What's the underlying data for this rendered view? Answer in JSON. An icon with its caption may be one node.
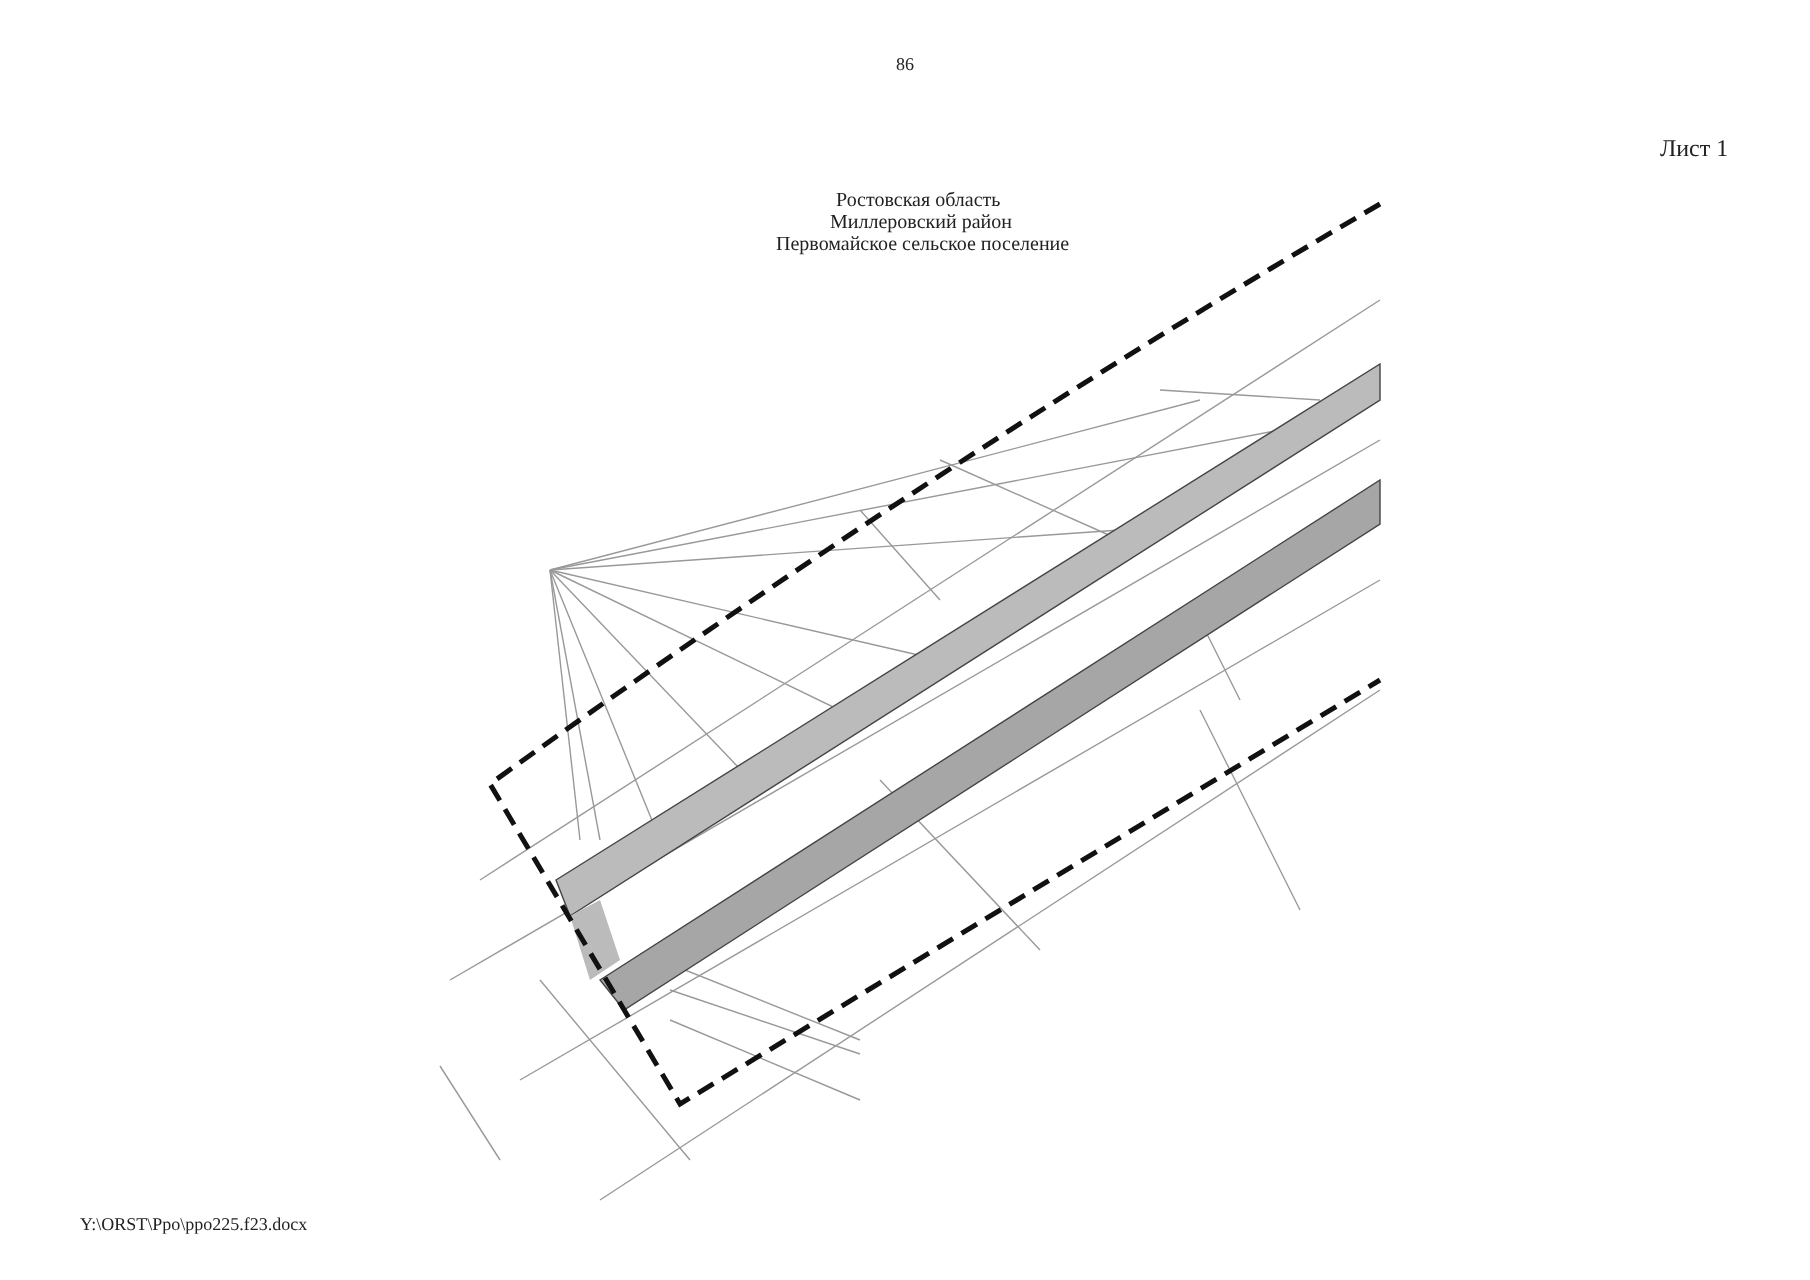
{
  "diagram": {
    "labels": [
      "86",
      "Лист 1",
      "Ростовская область",
      "Миллеровский район",
      "Первомайское сельское поселение",
      "Y:\\ORST\\Ppo\\ppo225.f23.docx"
    ]
  }
}
